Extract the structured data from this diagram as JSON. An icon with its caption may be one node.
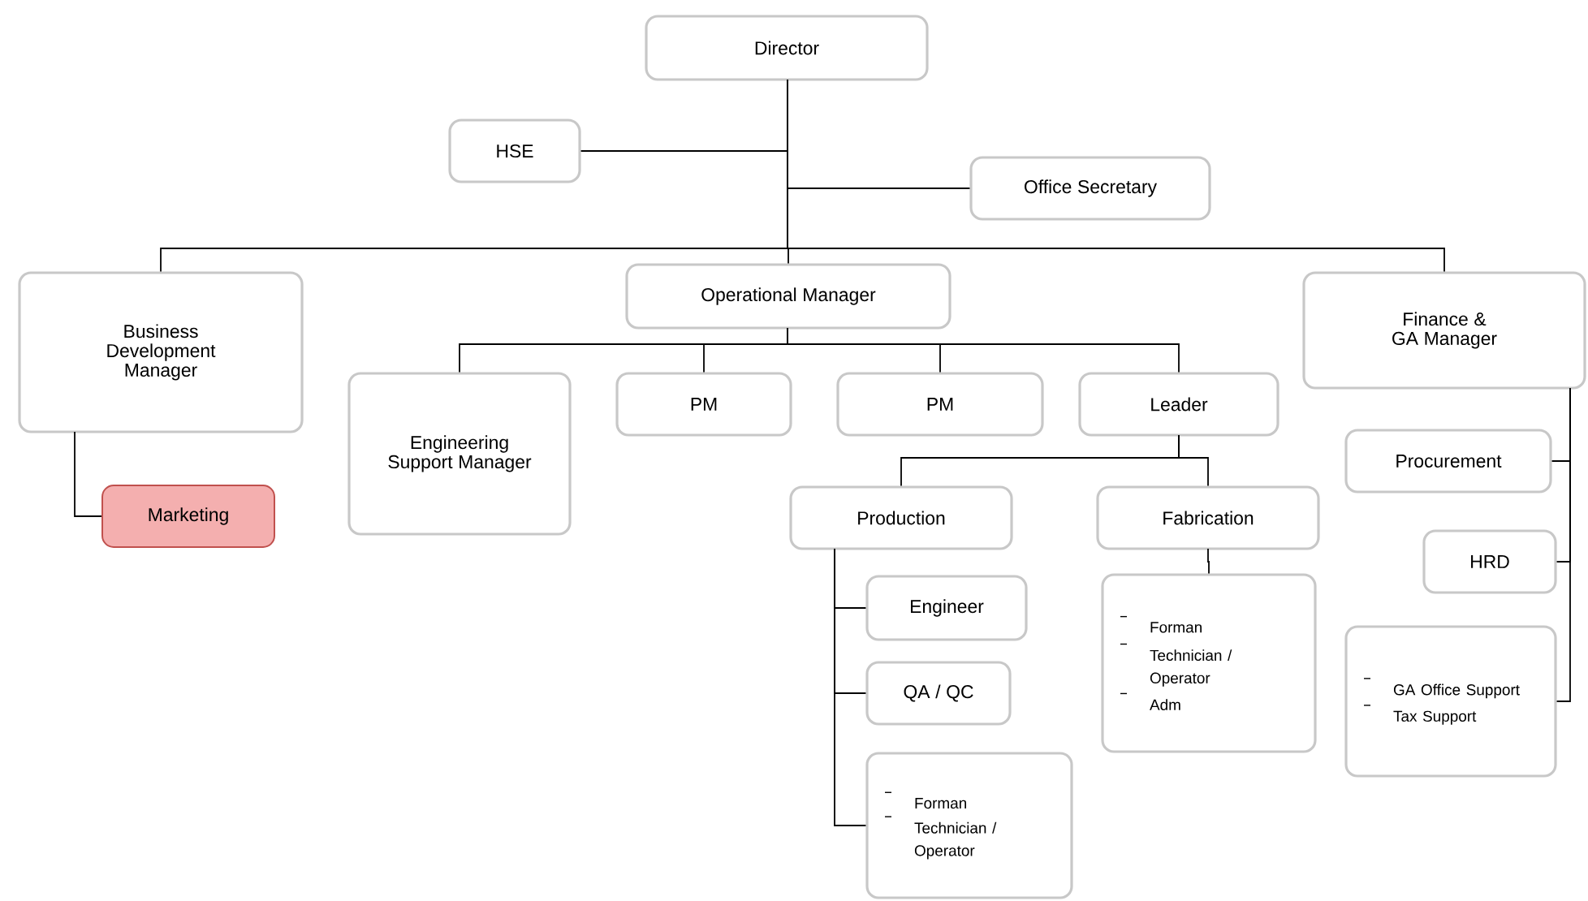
{
  "diagram": {
    "nodes": [
      {
        "text": [
          "Director"
        ]
      },
      {
        "text": [
          "HSE"
        ]
      },
      {
        "text": [
          "Office Secretary"
        ]
      },
      {
        "text": [
          "Business Development Manager"
        ]
      },
      {
        "text": [
          "Operational Manager"
        ]
      },
      {
        "text": [
          "Finance & GA Manager"
        ]
      },
      {
        "text": [
          "Marketing"
        ]
      },
      {
        "text": [
          "Engineering Support Manager"
        ]
      },
      {
        "text": [
          "PM"
        ]
      },
      {
        "text": [
          "PM"
        ]
      },
      {
        "text": [
          "Leader"
        ]
      },
      {
        "text": [
          "Procurement"
        ]
      },
      {
        "text": [
          "Production"
        ]
      },
      {
        "text": [
          "Fabrication"
        ]
      },
      {
        "text": [
          "HRD"
        ]
      },
      {
        "text": [
          "Engineer"
        ]
      },
      {
        "text": [
          "Forman",
          "Technician / Operator",
          "Adm"
        ]
      },
      {
        "text": [
          "GA Office Support",
          "Tax Support"
        ]
      },
      {
        "text": [
          "QA / QC"
        ]
      },
      {
        "text": [
          "Forman",
          "Technician / Operator"
        ]
      }
    ],
    "edges": [
      {
        "from": 0,
        "to": 1,
        "arrow": "none"
      },
      {
        "from": 0,
        "to": 2,
        "arrow": "none"
      },
      {
        "from": 0,
        "to": 3,
        "arrow": "none"
      },
      {
        "from": 0,
        "to": 4,
        "arrow": "none"
      },
      {
        "from": 0,
        "to": 5,
        "arrow": "none"
      },
      {
        "from": 3,
        "to": 6,
        "arrow": "none"
      },
      {
        "from": 4,
        "to": 7,
        "arrow": "none"
      },
      {
        "from": 4,
        "to": 8,
        "arrow": "none"
      },
      {
        "from": 4,
        "to": 9,
        "arrow": "none"
      },
      {
        "from": 4,
        "to": 10,
        "arrow": "none"
      },
      {
        "from": 10,
        "to": 12,
        "arrow": "none"
      },
      {
        "from": 10,
        "to": 13,
        "arrow": "none"
      },
      {
        "from": 12,
        "to": 15,
        "arrow": "none"
      },
      {
        "from": 12,
        "to": 18,
        "arrow": "none"
      },
      {
        "from": 12,
        "to": 19,
        "arrow": "none"
      },
      {
        "from": 13,
        "to": 16,
        "arrow": "none"
      },
      {
        "from": 5,
        "to": 11,
        "arrow": "none"
      },
      {
        "from": 5,
        "to": 14,
        "arrow": "none"
      },
      {
        "from": 5,
        "to": 17,
        "arrow": "none"
      }
    ]
  }
}
